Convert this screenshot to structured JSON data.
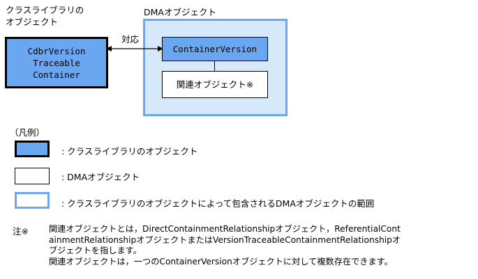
{
  "diagram": {
    "class_library_label": [
      "クラスライブラリの",
      "オブジェクト"
    ],
    "dma_label": "DMAオブジェクト",
    "class_library_object": [
      "CdbrVersion",
      "Traceable",
      "Container"
    ],
    "correspondence_label": "対応",
    "container_version": "ContainerVersion",
    "related_object": "関連オブジェクト※"
  },
  "legend": {
    "title": "（凡例）",
    "items": [
      ": クラスライブラリのオブジェクト",
      ": DMAオブジェクト",
      ": クラスライブラリのオブジェクトによって包含されるDMAオブジェクトの範囲"
    ]
  },
  "note": {
    "mark": "注※",
    "lines": [
      "関連オブジェクトとは，DirectContainmentRelationshipオブジェクト，ReferentialCont",
      "ainmentRelationshipオブジェクトまたはVersionTraceableContainmentRelationshipオ",
      "ブジェクトを指します。",
      "関連オブジェクトは，一つのContainerVersionオブジェクトに対して複数存在できます。"
    ]
  },
  "colors": {
    "library_fill": "#6aa7f0",
    "scope_fill": "#d6e9fb",
    "scope_border": "#6aa7f0"
  }
}
